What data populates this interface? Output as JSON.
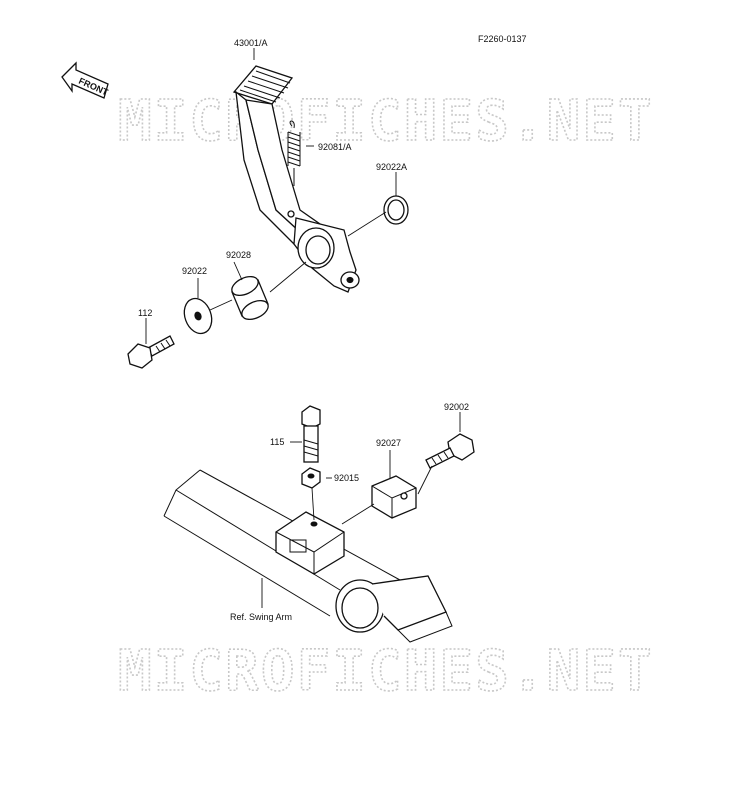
{
  "diagram_code": "F2260-0137",
  "front_label": "FRONT",
  "watermark": "MICROFICHES.NET",
  "labels": {
    "pedal": "43001/A",
    "spring": "92081/A",
    "washer_right": "92022A",
    "collar": "92028",
    "washer_left": "92022",
    "bolt_pedal": "112",
    "bolt_bracket": "115",
    "bolt_side": "92002",
    "nut": "92015",
    "block": "92027",
    "swing_arm": "Ref. Swing Arm"
  }
}
